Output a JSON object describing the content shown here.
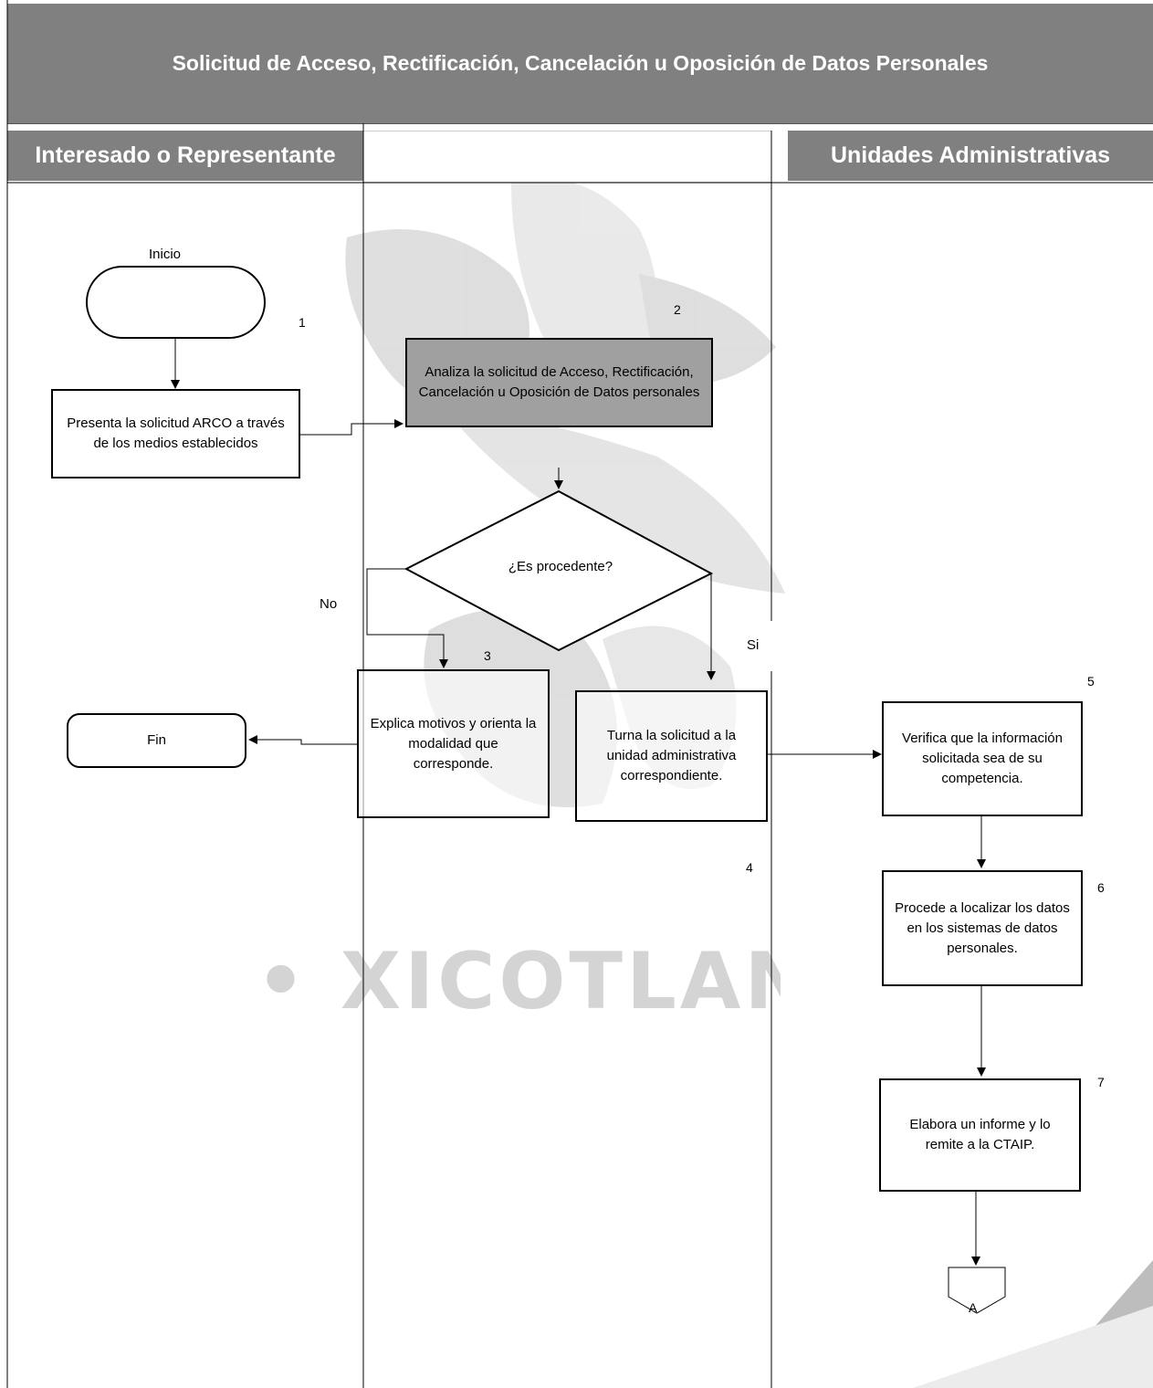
{
  "title": "Solicitud de Acceso, Rectificación, Cancelación u Oposición de  Datos  Personales",
  "lanes": {
    "left": "Interesado o Representante",
    "middle": "",
    "right": "Unidades Administrativas"
  },
  "watermark": "• XICOTLAN •",
  "nodes": {
    "start_label": "Inicio",
    "step1_number": "1",
    "step1_text": "Presenta la solicitud ARCO a través de los medios establecidos",
    "step2_number": "2",
    "step2_text": "Analiza la solicitud de Acceso, Rectificación, Cancelación u Oposición de Datos personales",
    "decision_text": "¿Es procedente?",
    "no_label": "No",
    "si_label": "Si",
    "step3_number": "3",
    "step3_text": "Explica motivos y orienta la modalidad que corresponde.",
    "end_text": "Fin",
    "step4_number": "4",
    "step4_text": "Turna la solicitud a la unidad administrativa correspondiente.",
    "step5_number": "5",
    "step5_text": "Verifica que la información solicitada sea de su competencia.",
    "step6_number": "6",
    "step6_text": "Procede a localizar los datos en los sistemas de datos personales.",
    "step7_number": "7",
    "step7_text": "Elabora un informe y lo remite a la CTAIP.",
    "connector_label": "A"
  }
}
